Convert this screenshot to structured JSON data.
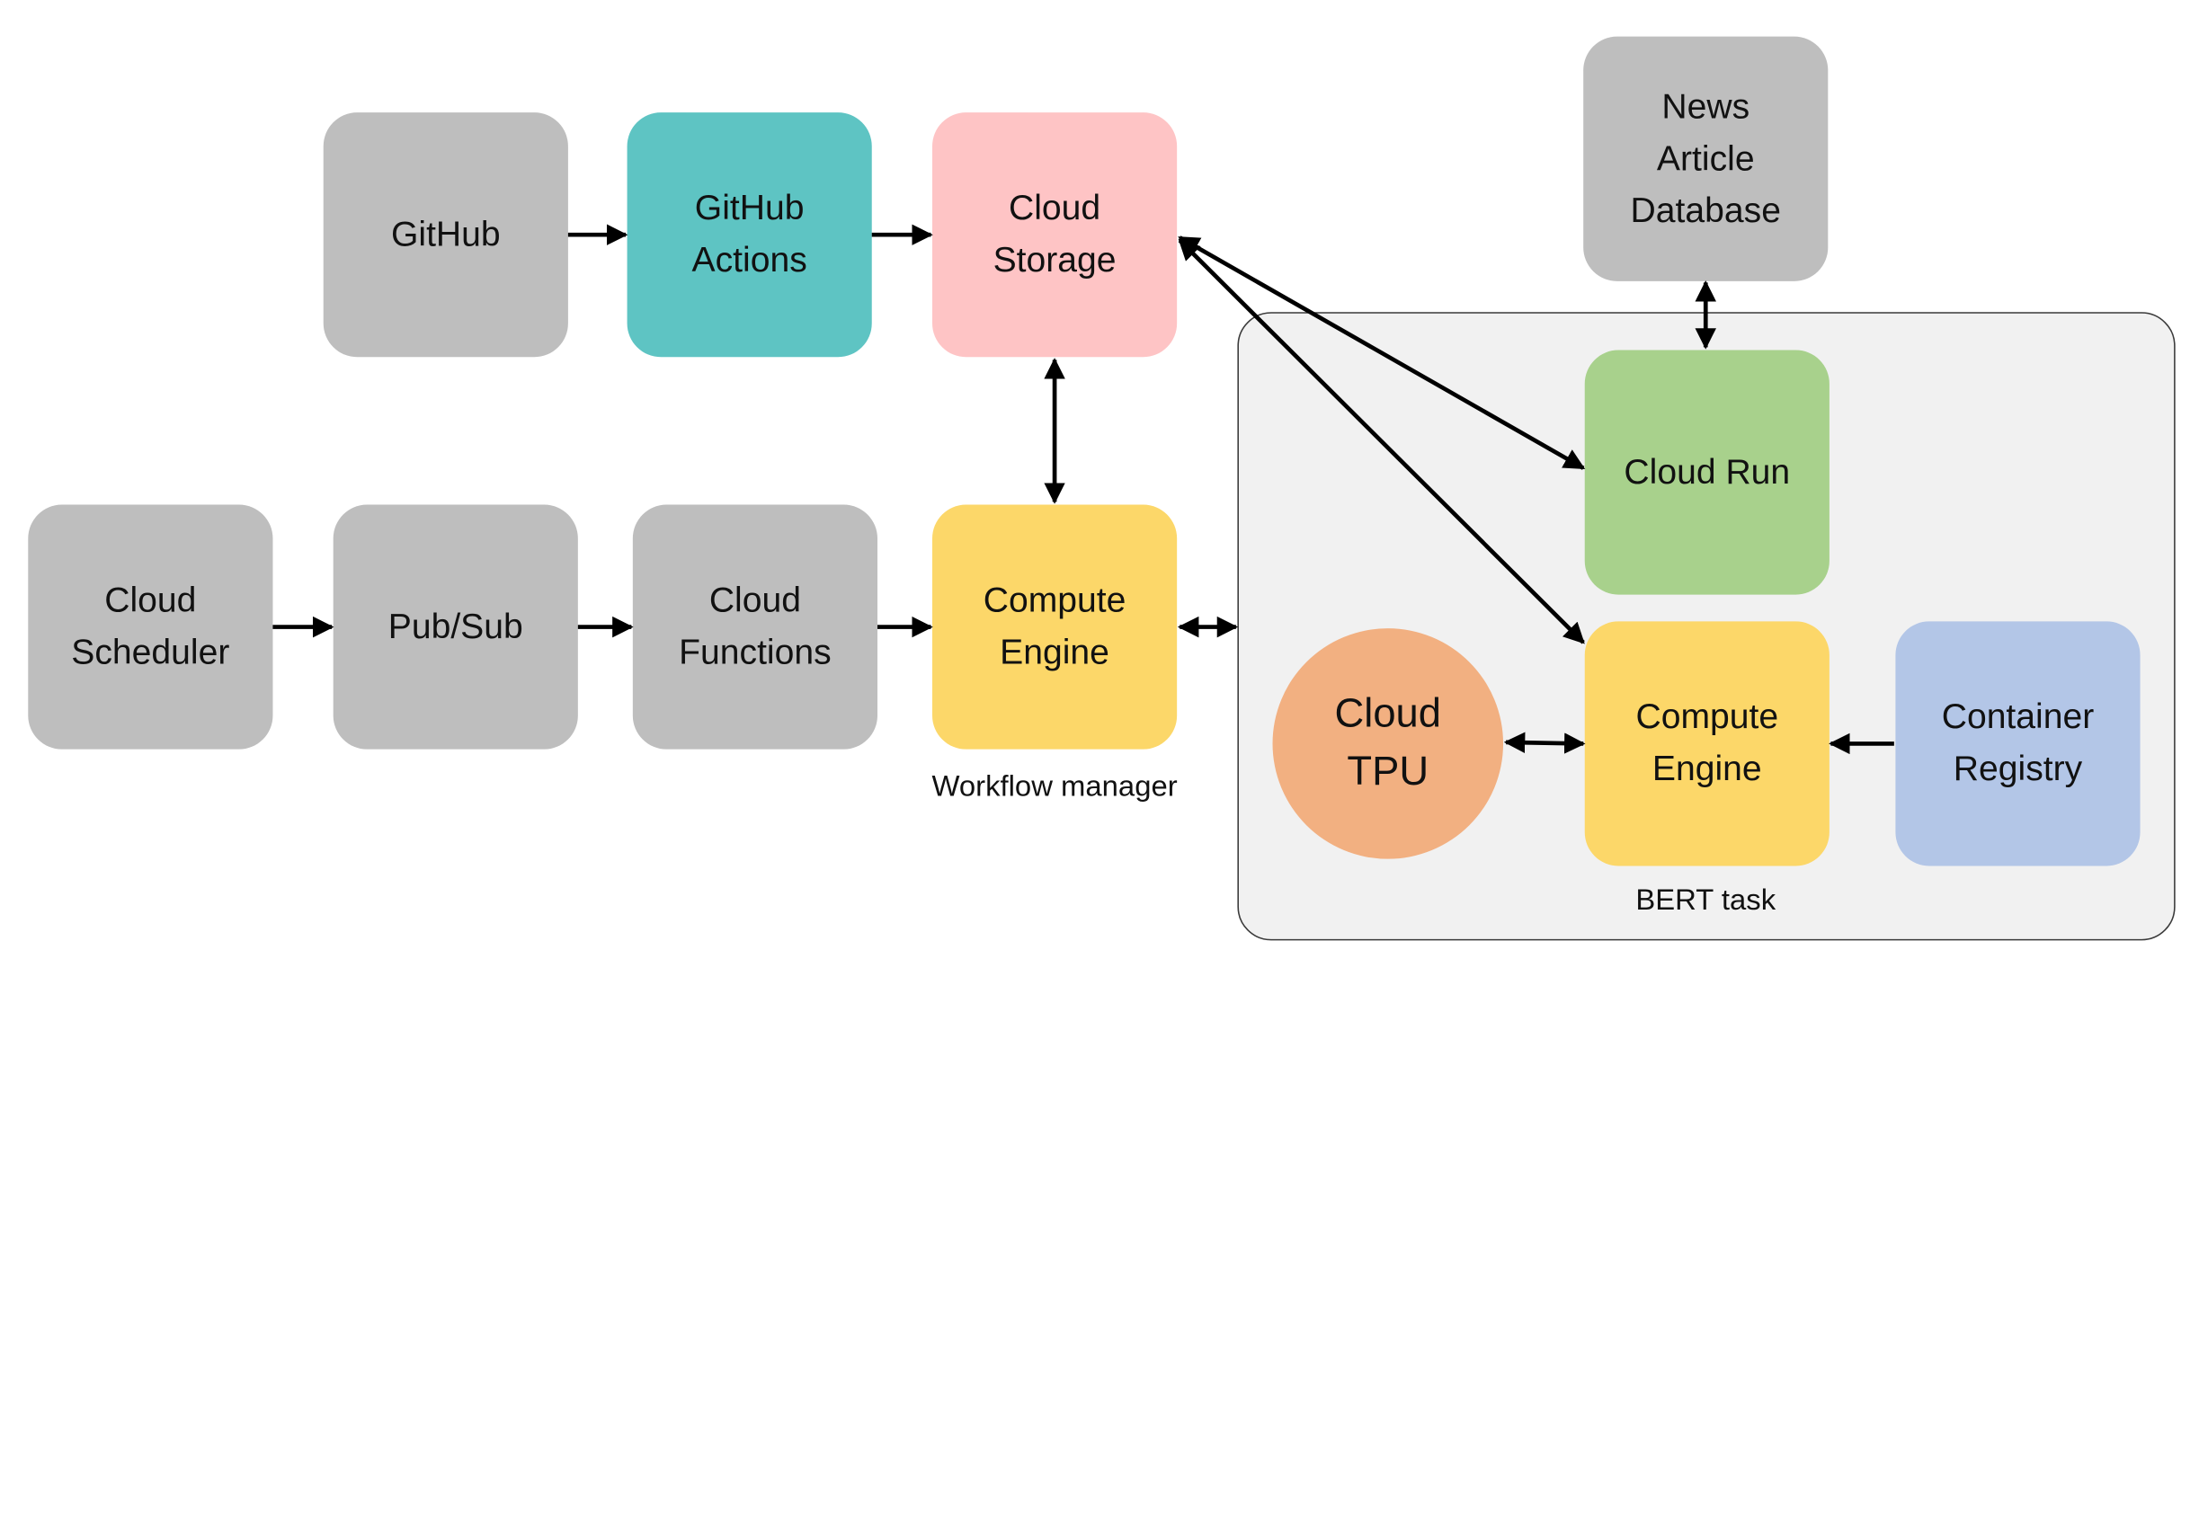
{
  "colors": {
    "gray": "#bebebe",
    "teal": "#5ec4c3",
    "pink": "#fec4c5",
    "yellow": "#fcd769",
    "green": "#a8d18c",
    "orange": "#f2b081",
    "blue": "#b3c6e7",
    "group_fill": "#f1f1f1",
    "arrow": "#000000"
  },
  "nodes": {
    "github": "GitHub",
    "github_actions": "GitHub\nActions",
    "cloud_storage": "Cloud\nStorage",
    "news_article_database": "News\nArticle\nDatabase",
    "cloud_scheduler": "Cloud\nScheduler",
    "pubsub": "Pub/Sub",
    "cloud_functions": "Cloud\nFunctions",
    "compute_engine_workflow": "Compute\nEngine",
    "cloud_run": "Cloud Run",
    "cloud_tpu": "Cloud\nTPU",
    "compute_engine_bert": "Compute\nEngine",
    "container_registry": "Container\nRegistry"
  },
  "captions": {
    "workflow_manager": "Workflow manager",
    "bert_task": "BERT task"
  }
}
